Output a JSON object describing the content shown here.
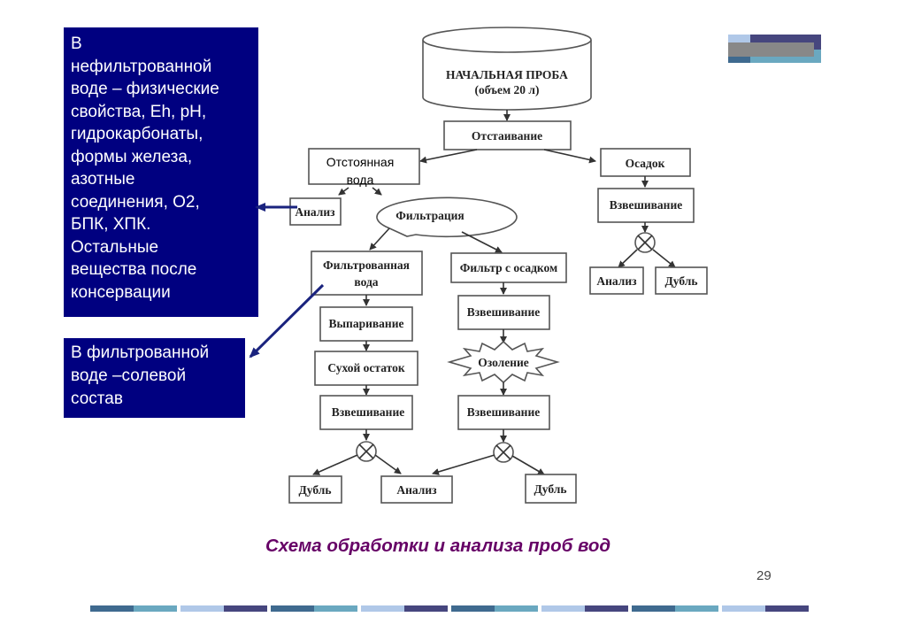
{
  "slide": {
    "title_caption": "Схема обработки и анализа проб вод",
    "page_number": "29"
  },
  "notes": {
    "unfiltered": {
      "lines": [
        "В",
        "нефильтрованной",
        "воде – физические",
        "свойства, Eh, pH,",
        "гидрокарбонаты,",
        "формы железа,",
        "азотные",
        "соединения, О2,",
        "БПК, ХПК.",
        "Остальные",
        "вещества после",
        "консервации"
      ]
    },
    "filtered": {
      "lines": [
        "В фильтрованной",
        "воде –солевой",
        "состав"
      ]
    }
  },
  "flowchart": {
    "nodes": {
      "initial_sample": {
        "line1": "НАЧАЛЬНАЯ ПРОБА",
        "line2": "(объем 20 л)"
      },
      "settling": "Отстаивание",
      "settled_water": {
        "line1": "Отстоянная",
        "line2": "вода"
      },
      "sediment": "Осадок",
      "analysis_top": "Анализ",
      "filtration": "Фильтрация",
      "sediment_weighing": "Взвешивание",
      "sediment_analysis": "Анализ",
      "sediment_duplicate": "Дубль",
      "filtered_water": {
        "line1": "Фильтрованная",
        "line2": "вода"
      },
      "filter_with_sediment": "Фильтр с осадком",
      "evaporation": "Выпаривание",
      "dry_residue": "Сухой остаток",
      "weighing_left": "Взвешивание",
      "filter_weighing": "Взвешивание",
      "ashing": "Озоление",
      "weighing_right": "Взвешивание",
      "duplicate_left": "Дубль",
      "analysis_bottom": "Анализ",
      "duplicate_right": "Дубль"
    }
  },
  "colors": {
    "note_bg": "#000080",
    "caption": "#660066",
    "footer_palette": [
      "#3f6a8f",
      "#6aa8c0",
      "#b0c8e8",
      "#46467e"
    ]
  },
  "footer_pattern": [
    [
      "#3f6a8f",
      "#6aa8c0"
    ],
    [
      "#b0c8e8",
      "#46467e"
    ],
    [
      "#3f6a8f",
      "#6aa8c0"
    ],
    [
      "#b0c8e8",
      "#46467e"
    ],
    [
      "#3f6a8f",
      "#6aa8c0"
    ],
    [
      "#b0c8e8",
      "#46467e"
    ],
    [
      "#3f6a8f",
      "#6aa8c0"
    ],
    [
      "#b0c8e8",
      "#46467e"
    ]
  ]
}
